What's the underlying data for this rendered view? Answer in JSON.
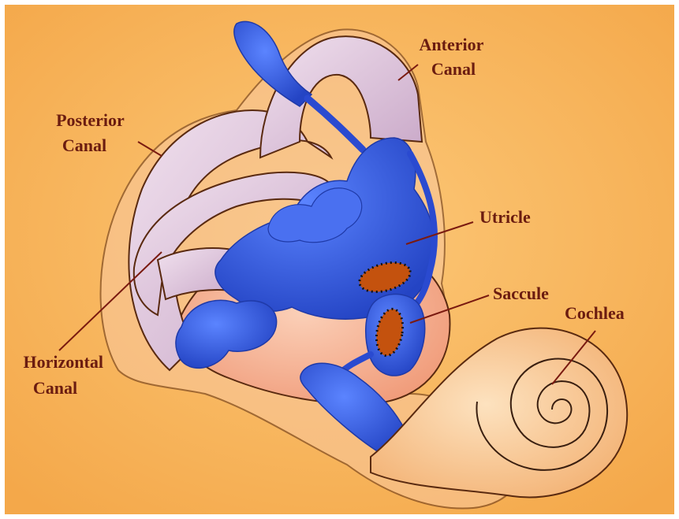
{
  "labels": {
    "anterior_canal": [
      "Anterior",
      "Canal"
    ],
    "posterior_canal": [
      "Posterior",
      "Canal"
    ],
    "horizontal_canal": [
      "Horizontal",
      "Canal"
    ],
    "utricle": "Utricle",
    "saccule": "Saccule",
    "cochlea": "Cochlea"
  },
  "colors": {
    "background": "#f8b55a",
    "canal_fill": "#e9cfe0",
    "membranous_blue": "#3a5fe0",
    "otolith": "#c4520e",
    "cochlea": "#f7c792"
  }
}
